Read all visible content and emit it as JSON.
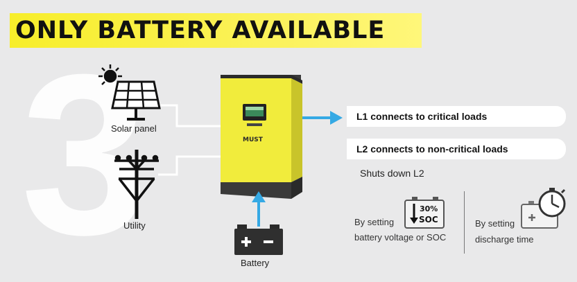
{
  "title": "ONLY BATTERY AVAILABLE",
  "mode_number": "3",
  "sources": {
    "solar_label": "Solar panel",
    "utility_label": "Utility",
    "battery_label": "Battery"
  },
  "inverter": {
    "screen_text": "",
    "brand_text": "MUST",
    "icon": "hybrid-inverter-icon"
  },
  "loads": {
    "l1": "L1 connects to critical loads",
    "l2": "L2 connects to non-critical loads",
    "l2_status": "Shuts down L2"
  },
  "options": {
    "soc_line1": "By setting",
    "soc_line2": "battery voltage or SOC",
    "soc_badge": "30%\nSOC",
    "soc_badge_top": "30%",
    "soc_badge_bottom": "SOC",
    "time_line1": "By setting",
    "time_line2": "discharge time"
  },
  "colors": {
    "title_bg": "#f7ee2a",
    "inverter_body": "#f1ec3c",
    "flow_arrow": "#35a9e4",
    "wire": "#ffffff"
  }
}
